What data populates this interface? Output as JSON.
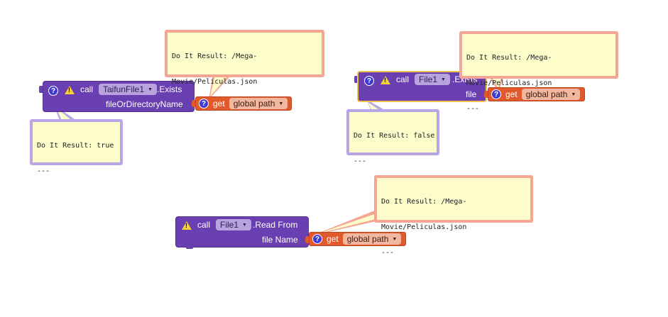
{
  "blocks": {
    "exists1": {
      "call": "call",
      "component": "TaifunFile1",
      "method": ".Exists",
      "param": "fileOrDirectoryName",
      "get": "get",
      "var": "global path"
    },
    "exists2": {
      "call": "call",
      "component": "File1",
      "method": ".Exists",
      "param": "file",
      "get": "get",
      "var": "global path"
    },
    "readfrom": {
      "call": "call",
      "component": "File1",
      "method": ".Read From",
      "param": "file Name",
      "get": "get",
      "var": "global path"
    }
  },
  "bubbles": {
    "b1": [
      "Do It Result: /Mega-",
      "Movie/Peliculas.json",
      "---"
    ],
    "b2": [
      "Do It Result: true",
      "---"
    ],
    "b3": [
      "Do It Result: /Mega-",
      "Movie/Peliculas.json",
      "---"
    ],
    "b4": [
      "Do It Result: false",
      "---"
    ],
    "b5": [
      "Do It Result: /Mega-",
      "Movie/Peliculas.json",
      "---"
    ]
  },
  "colors": {
    "purple": "#6a3fb1",
    "orange": "#e25a2b",
    "bubble_bg": "#fdfdcc",
    "bubble_pink": "#f4a594",
    "bubble_lav": "#b8a6e6"
  }
}
